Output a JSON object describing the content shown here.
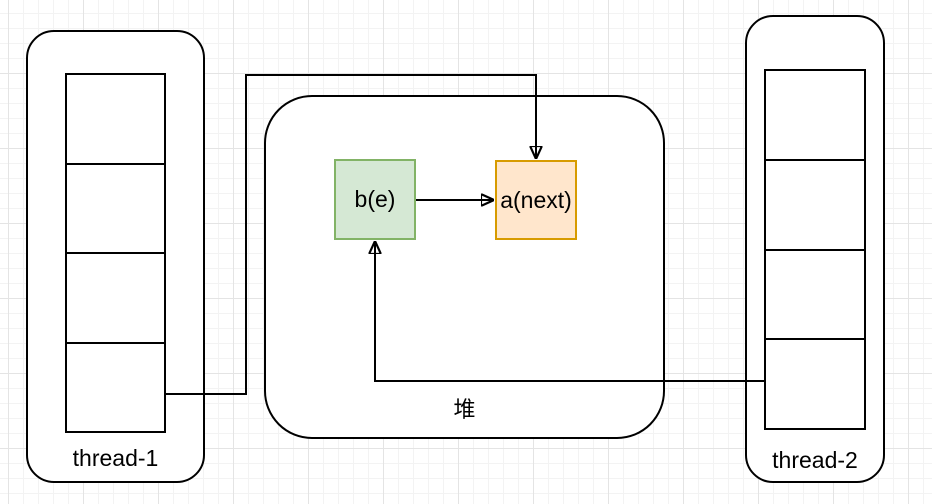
{
  "diagram": {
    "threads": [
      {
        "label": "thread-1",
        "cells": 4
      },
      {
        "label": "thread-2",
        "cells": 4
      }
    ],
    "heap": {
      "label": "堆",
      "nodes": [
        {
          "label": "b(e)",
          "fill": "#d5e8d4",
          "border": "#82b366"
        },
        {
          "label": "a(next)",
          "fill": "#ffe6cc",
          "border": "#d79b00"
        }
      ]
    },
    "connectors": [
      {
        "from": "thread-1-stack-bottom-cell",
        "to": "a(next)-top"
      },
      {
        "from": "b(e)-right",
        "to": "a(next)-left"
      },
      {
        "from": "thread-2-stack-bottom-cell",
        "to": "b(e)-bottom"
      }
    ],
    "colors": {
      "line": "#000000",
      "background": "#ffffff",
      "grid_minor": "#f3f3f3",
      "grid_major": "#e4e4e4"
    }
  }
}
